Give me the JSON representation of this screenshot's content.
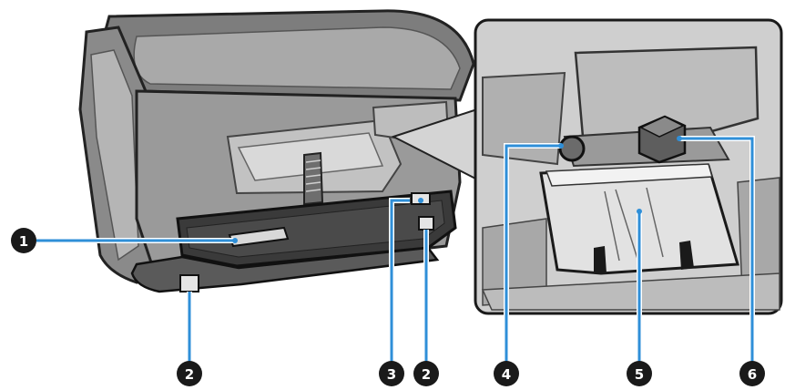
{
  "figure": {
    "callouts": [
      {
        "number": "1",
        "part": "scanner-rear-slot"
      },
      {
        "number": "2",
        "part": "rear-foot-left"
      },
      {
        "number": "3",
        "part": "rear-latch"
      },
      {
        "number": "2",
        "part": "rear-foot-right"
      },
      {
        "number": "4",
        "part": "round-connector"
      },
      {
        "number": "5",
        "part": "output-tray"
      },
      {
        "number": "6",
        "part": "square-tab"
      }
    ],
    "colors": {
      "accent_line": "#2f8fd8",
      "badge_fill": "#1a1a1a",
      "body_gray": "#8c8c8c",
      "dark_gray": "#3a3a3a",
      "light_gray": "#cfcfcf"
    }
  }
}
